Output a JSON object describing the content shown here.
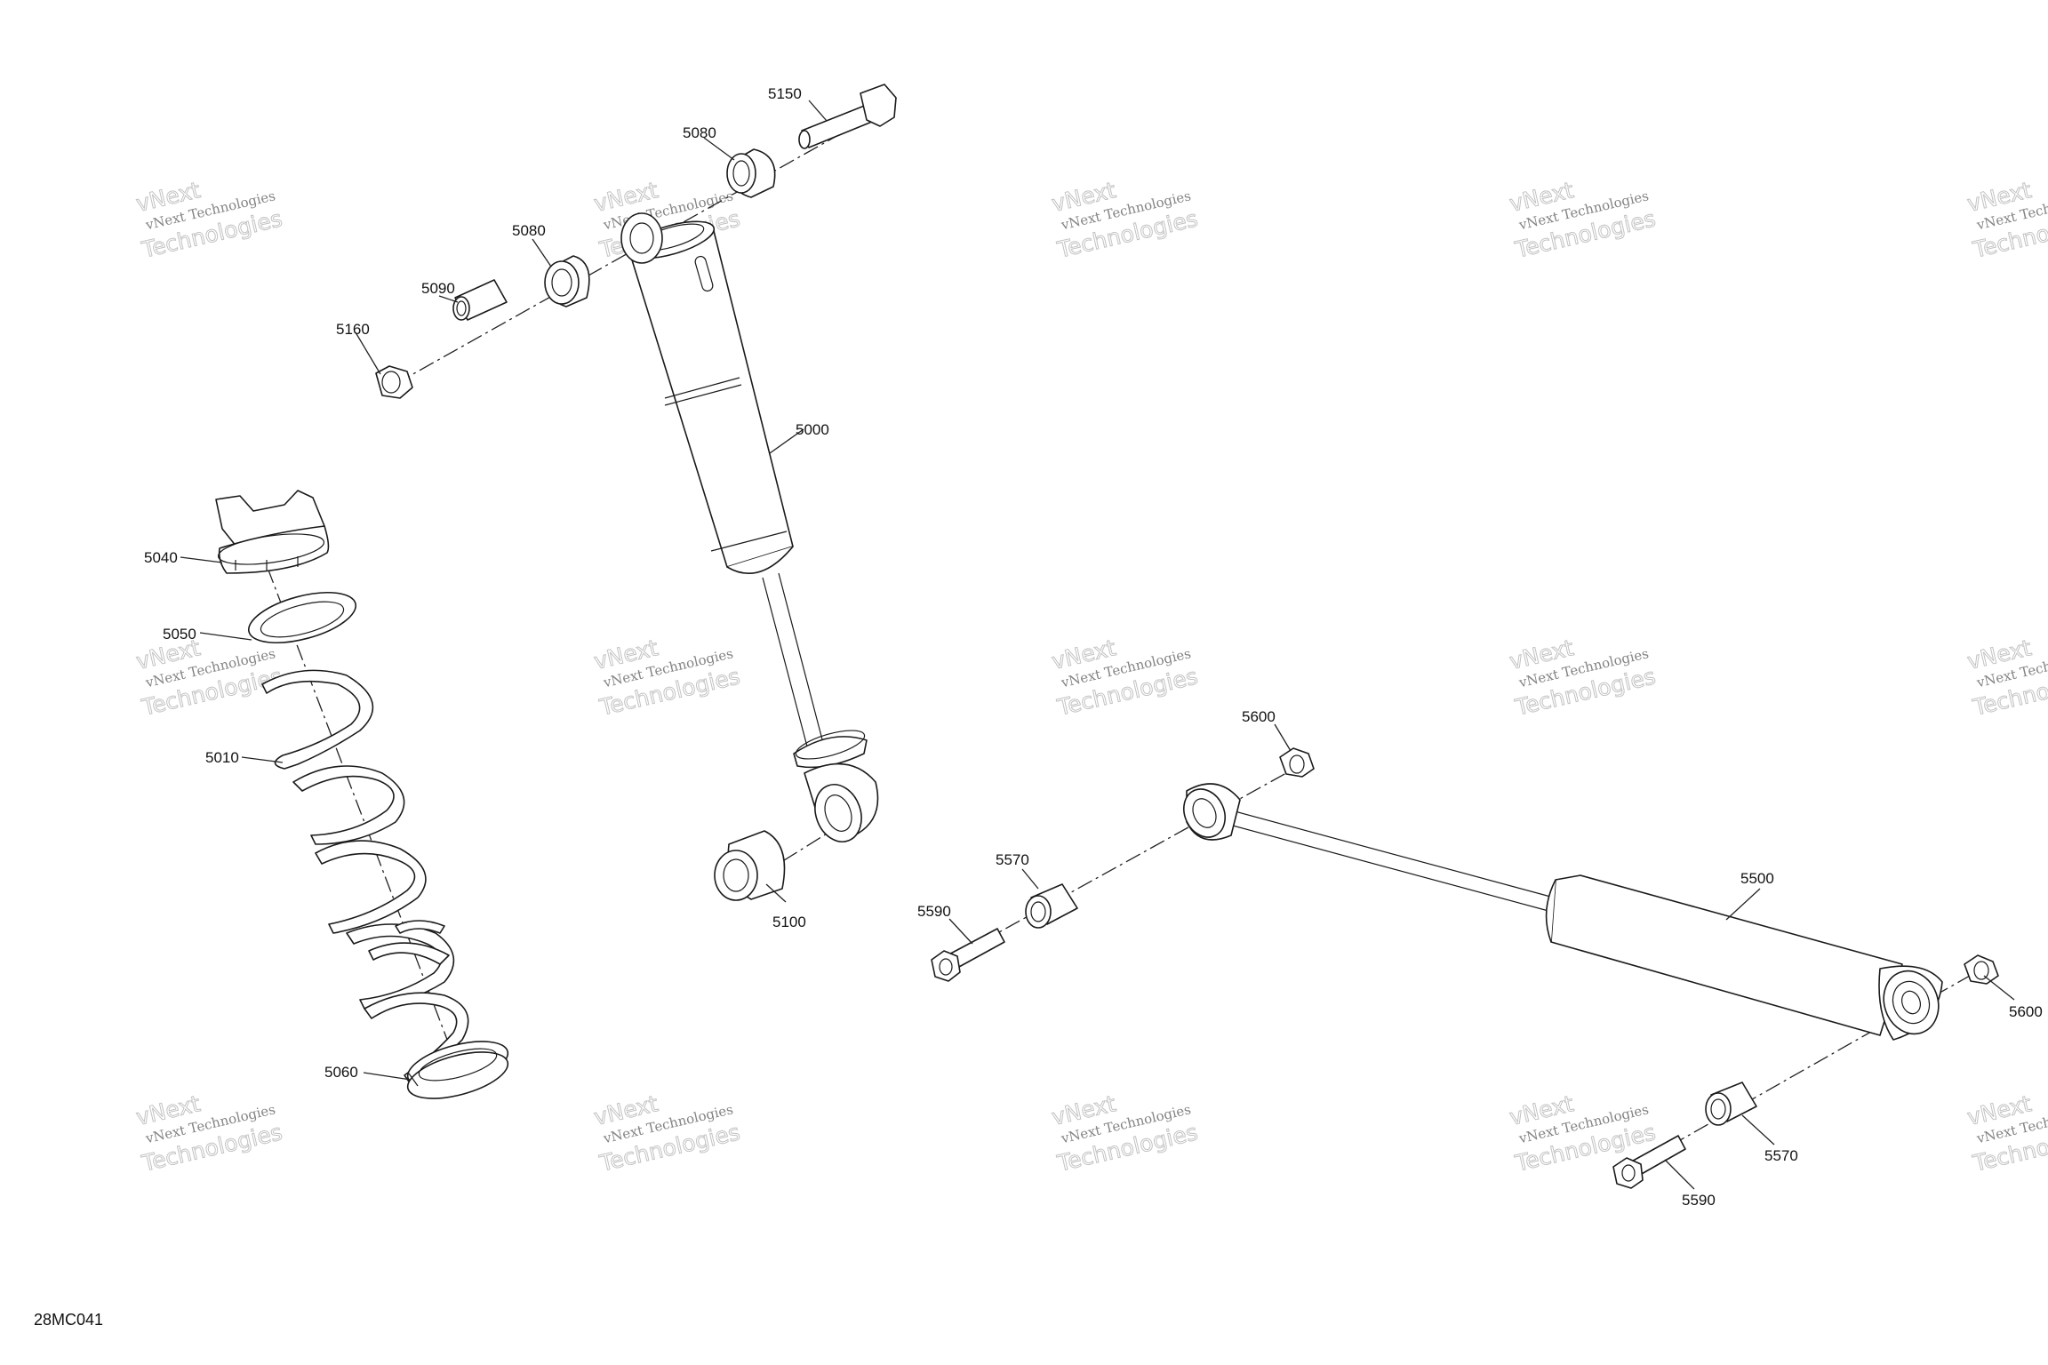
{
  "figure_id": "28MC041",
  "watermark": {
    "line_a": "vNext Technologies",
    "line_b": "vNext",
    "line_c": "Technologies"
  },
  "callouts": {
    "c5150": "5150",
    "c5080_top": "5080",
    "c5080_mid": "5080",
    "c5090": "5090",
    "c5160": "5160",
    "c5000": "5000",
    "c5040": "5040",
    "c5050": "5050",
    "c5010": "5010",
    "c5060": "5060",
    "c5100": "5100",
    "c5600_left": "5600",
    "c5570_left": "5570",
    "c5590_left": "5590",
    "c5500": "5500",
    "c5600_right": "5600",
    "c5570_right": "5570",
    "c5590_right": "5590"
  }
}
